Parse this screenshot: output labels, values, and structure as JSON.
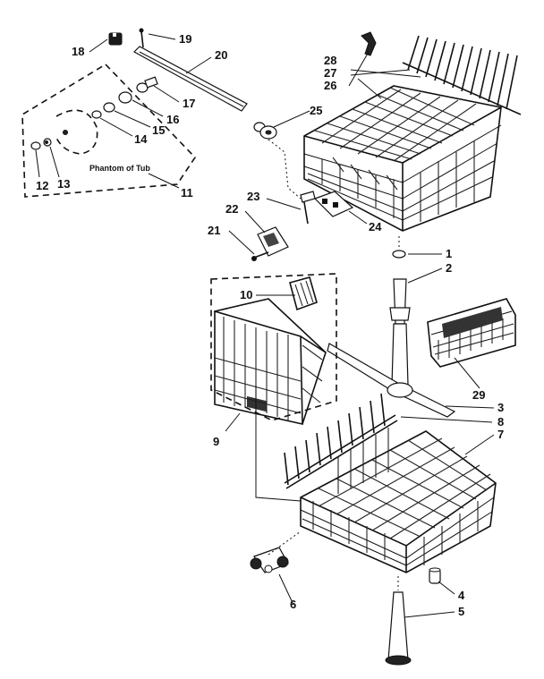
{
  "callouts": {
    "c1": "1",
    "c2": "2",
    "c3": "3",
    "c4": "4",
    "c5": "5",
    "c6": "6",
    "c7": "7",
    "c8": "8",
    "c9": "9",
    "c10": "10",
    "c11": "11",
    "c12": "12",
    "c13": "13",
    "c14": "14",
    "c15": "15",
    "c16": "16",
    "c17": "17",
    "c18": "18",
    "c19": "19",
    "c20": "20",
    "c21": "21",
    "c22": "22",
    "c23": "23",
    "c24": "24",
    "c25": "25",
    "c26": "26",
    "c27": "27",
    "c28": "28",
    "c29": "29"
  },
  "tub_caption": "Phantom of Tub"
}
